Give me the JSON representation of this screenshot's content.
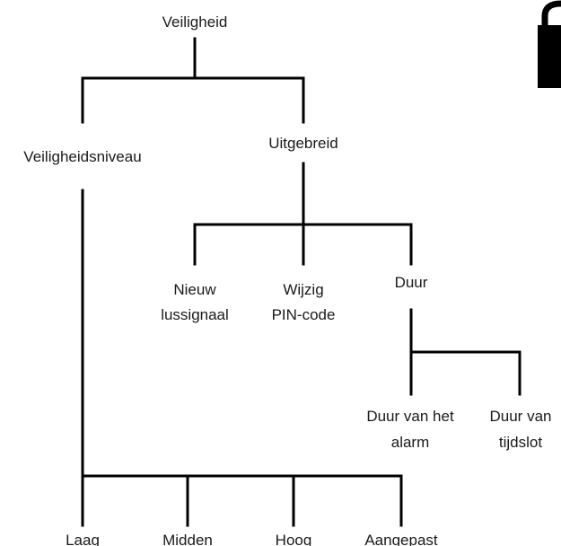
{
  "root": {
    "label": "Veiligheid"
  },
  "level1": {
    "veiligheidsniveau": {
      "label": "Veiligheidsniveau"
    },
    "uitgebreid": {
      "label": "Uitgebreid"
    }
  },
  "uitgebreid_children": {
    "nieuw_lussignaal": {
      "line1": "Nieuw",
      "line2": "lussignaal"
    },
    "wijzig_pin": {
      "line1": "Wijzig",
      "line2": "PIN-code"
    },
    "duur": {
      "label": "Duur"
    }
  },
  "duur_children": {
    "duur_alarm": {
      "line1": "Duur van het",
      "line2": "alarm"
    },
    "duur_tijdslot": {
      "line1": "Duur van",
      "line2": "tijdslot"
    }
  },
  "niveau_children": {
    "laag": {
      "label": "Laag"
    },
    "midden": {
      "label": "Midden"
    },
    "hoog": {
      "label": "Hoog"
    },
    "aangepast": {
      "label": "Aangepast"
    }
  },
  "colors": {
    "line": "#000000",
    "text": "#1a1a1a",
    "background": "#ffffff",
    "lock_icon": "#000000"
  },
  "icons": {
    "corner": "padlock-icon"
  }
}
